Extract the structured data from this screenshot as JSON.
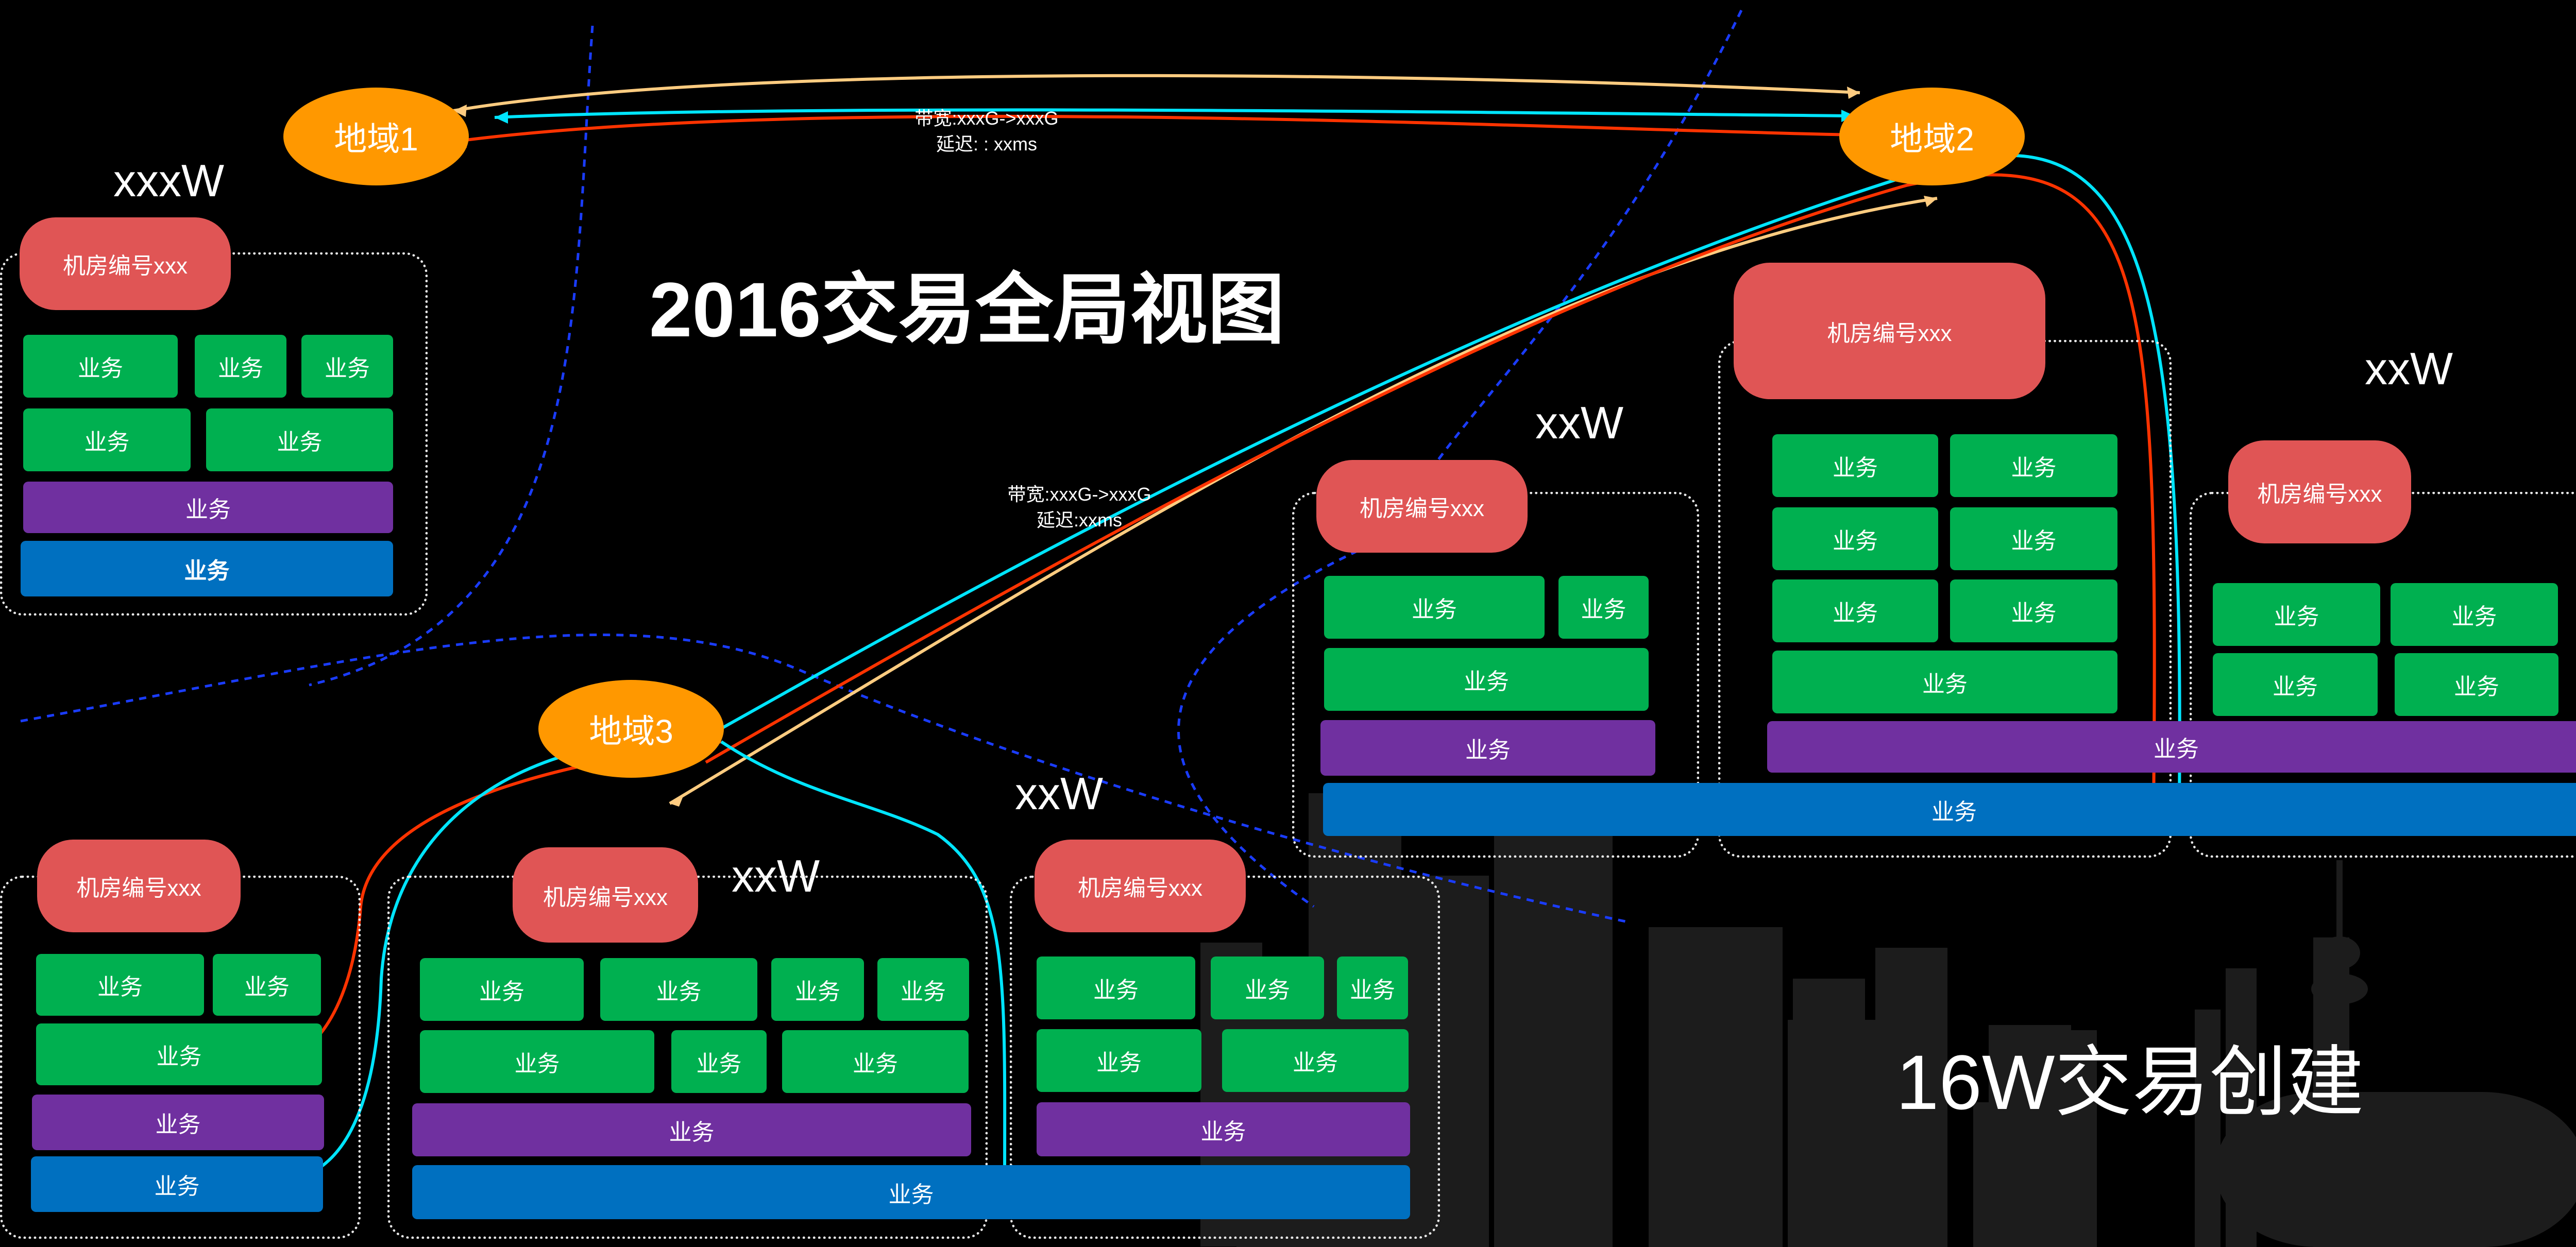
{
  "title": "2016交易全局视图",
  "subtitle": "16W交易创建",
  "regions": {
    "r1": "地域1",
    "r2": "地域2",
    "r3": "地域3"
  },
  "links": {
    "r1_r2": {
      "bandwidth": "带宽:xxxG->xxxG",
      "latency": "延迟: : xxms"
    },
    "r2_r3": {
      "bandwidth": "带宽:xxxG->xxxG",
      "latency": "延迟:xxms"
    }
  },
  "room_label": "机房编号xxx",
  "biz_label": "业务",
  "counts": {
    "r1": "xxxW",
    "c2": "xxW",
    "c3": "xxW",
    "c4": "xxW",
    "c5": "xxW"
  },
  "colors": {
    "region": "#FF9800",
    "room_tag": "#E05555",
    "biz_green": "#00B050",
    "biz_purple": "#7030A0",
    "biz_blue": "#0070C0",
    "link_orange": "#FFCC80",
    "link_cyan": "#00E5FF",
    "link_red": "#FF3300",
    "boundary_blue": "#1A3CFF"
  }
}
